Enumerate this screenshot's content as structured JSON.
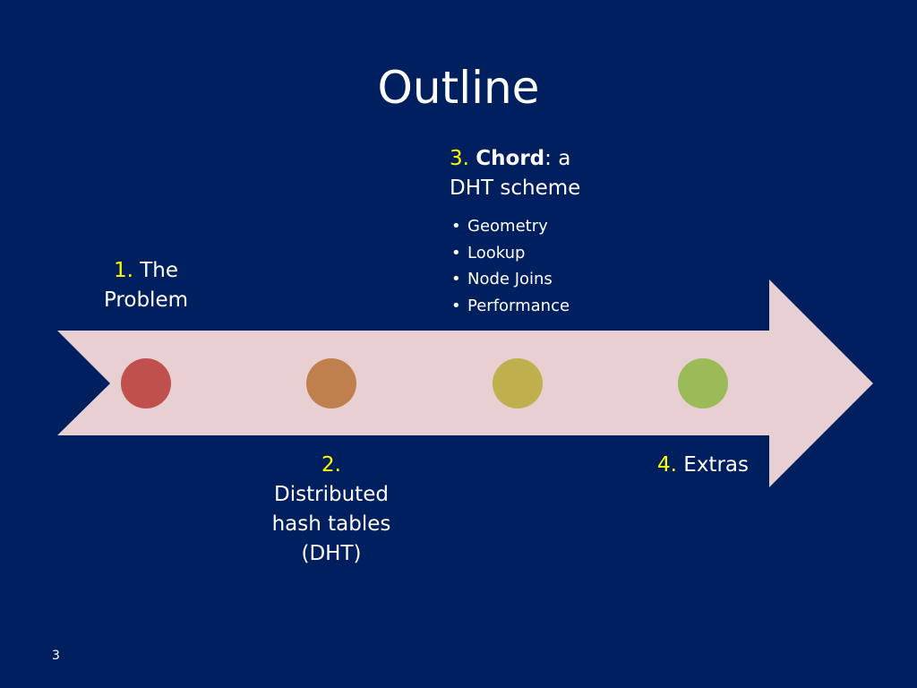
{
  "slide": {
    "title": "Outline",
    "page_number": "3"
  },
  "colors": {
    "background": "#001f5f",
    "arrow_fill": "#e8cfd1",
    "number_accent": "#ffff00",
    "text": "#ffffff"
  },
  "stages": [
    {
      "number": "1.",
      "text_line1": "The",
      "text_line2": "Problem",
      "dot_color": "#c0504d"
    },
    {
      "number": "2.",
      "text_line1": "Distributed",
      "text_line2": "hash tables",
      "text_line3": "(DHT)",
      "dot_color": "#c0804d"
    },
    {
      "number": "3.",
      "bold": "Chord",
      "text_rest": ": a",
      "text_line2": "DHT scheme",
      "dot_color": "#c0b04d",
      "bullets": [
        "Geometry",
        "Lookup",
        "Node Joins",
        "Performance"
      ]
    },
    {
      "number": "4.",
      "text_line1": "Extras",
      "dot_color": "#9bbb59"
    }
  ]
}
